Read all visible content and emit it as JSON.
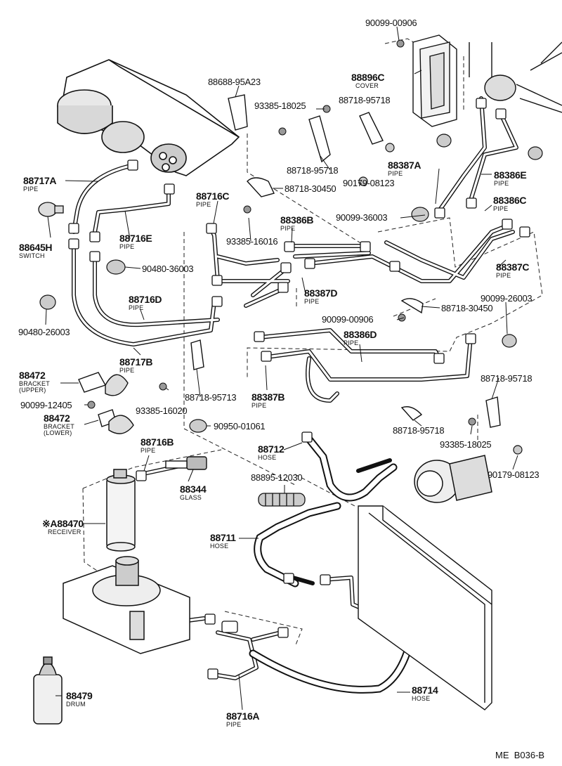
{
  "diagram_code": "ME  B036-B",
  "mark": "※A",
  "parts": [
    {
      "id": "p1",
      "number": "90099-00906",
      "name": ""
    },
    {
      "id": "p2",
      "number": "88896C",
      "name": "COVER"
    },
    {
      "id": "p3",
      "number": "88688-95A23",
      "name": ""
    },
    {
      "id": "p4",
      "number": "93385-18025",
      "name": ""
    },
    {
      "id": "p5",
      "number": "88718-95718",
      "name": ""
    },
    {
      "id": "p6",
      "number": "88387A",
      "name": "PIPE"
    },
    {
      "id": "p7",
      "number": "88386E",
      "name": "PIPE"
    },
    {
      "id": "p8",
      "number": "88717A",
      "name": "PIPE"
    },
    {
      "id": "p9",
      "number": "88718-95718",
      "name": ""
    },
    {
      "id": "p10",
      "number": "88716C",
      "name": "PIPE"
    },
    {
      "id": "p11",
      "number": "88718-30450",
      "name": ""
    },
    {
      "id": "p12",
      "number": "90179-08123",
      "name": ""
    },
    {
      "id": "p13",
      "number": "88386C",
      "name": "PIPE"
    },
    {
      "id": "p14",
      "number": "88645H",
      "name": "SWITCH"
    },
    {
      "id": "p15",
      "number": "88386B",
      "name": "PIPE"
    },
    {
      "id": "p16",
      "number": "90099-36003",
      "name": ""
    },
    {
      "id": "p17",
      "number": "88716E",
      "name": "PIPE"
    },
    {
      "id": "p18",
      "number": "93385-16016",
      "name": ""
    },
    {
      "id": "p19",
      "number": "90480-36003",
      "name": ""
    },
    {
      "id": "p20",
      "number": "88387C",
      "name": "PIPE"
    },
    {
      "id": "p21",
      "number": "88387D",
      "name": "PIPE"
    },
    {
      "id": "p22",
      "number": "90099-26003",
      "name": ""
    },
    {
      "id": "p23",
      "number": "88716D",
      "name": "PIPE"
    },
    {
      "id": "p24",
      "number": "88718-30450",
      "name": ""
    },
    {
      "id": "p25",
      "number": "90099-00906",
      "name": ""
    },
    {
      "id": "p26",
      "number": "90480-26003",
      "name": ""
    },
    {
      "id": "p27",
      "number": "88386D",
      "name": "PIPE"
    },
    {
      "id": "p28",
      "number": "88717B",
      "name": "PIPE"
    },
    {
      "id": "p29",
      "number": "88472",
      "name": "BRACKET\n(UPPER)"
    },
    {
      "id": "p30",
      "number": "88387B",
      "name": "PIPE"
    },
    {
      "id": "p31",
      "number": "88718-95713",
      "name": ""
    },
    {
      "id": "p32",
      "number": "88718-95718",
      "name": ""
    },
    {
      "id": "p33",
      "number": "90099-12405",
      "name": ""
    },
    {
      "id": "p34",
      "number": "93385-16020",
      "name": ""
    },
    {
      "id": "p35",
      "number": "88472",
      "name": "BRACKET\n(LOWER)"
    },
    {
      "id": "p36",
      "number": "90950-01061",
      "name": ""
    },
    {
      "id": "p37",
      "number": "88718-95718",
      "name": ""
    },
    {
      "id": "p38",
      "number": "93385-18025",
      "name": ""
    },
    {
      "id": "p39",
      "number": "88716B",
      "name": "PIPE"
    },
    {
      "id": "p40",
      "number": "88712",
      "name": "HOSE"
    },
    {
      "id": "p41",
      "number": "90179-08123",
      "name": ""
    },
    {
      "id": "p42",
      "number": "88344",
      "name": "GLASS"
    },
    {
      "id": "p43",
      "number": "88895-12030",
      "name": ""
    },
    {
      "id": "p44",
      "number": "88470",
      "name": "RECEIVER"
    },
    {
      "id": "p45",
      "number": "88711",
      "name": "HOSE"
    },
    {
      "id": "p46",
      "number": "88479",
      "name": "DRUM"
    },
    {
      "id": "p47",
      "number": "88714",
      "name": "HOSE"
    },
    {
      "id": "p48",
      "number": "88716A",
      "name": "PIPE"
    }
  ]
}
